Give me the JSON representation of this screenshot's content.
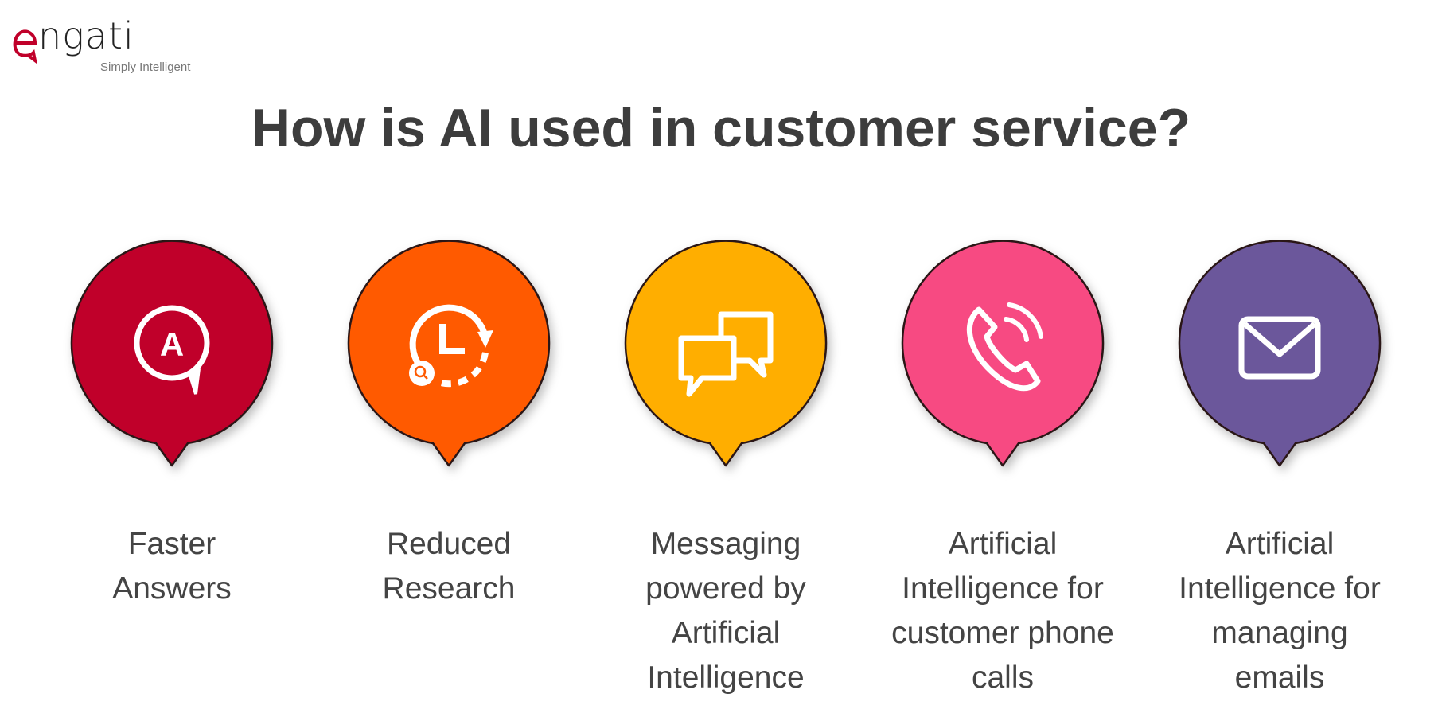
{
  "logo": {
    "brand": "engati",
    "tagline": "Simply Intelligent",
    "color": "#c0002a"
  },
  "title": "How is AI used in customer service?",
  "items": [
    {
      "label": "Faster Answers",
      "icon": "answer-bubble-icon",
      "color": "#c0002a"
    },
    {
      "label": "Reduced Research",
      "icon": "clock-search-icon",
      "color": "#ff5a00"
    },
    {
      "label": "Messaging powered by Artificial Intelligence",
      "icon": "chat-bubbles-icon",
      "color": "#ffae00"
    },
    {
      "label": "Artificial Intelligence for customer phone calls",
      "icon": "phone-call-icon",
      "color": "#f74a82"
    },
    {
      "label": "Artificial Intelligence for managing emails",
      "icon": "envelope-icon",
      "color": "#6b579b"
    }
  ]
}
